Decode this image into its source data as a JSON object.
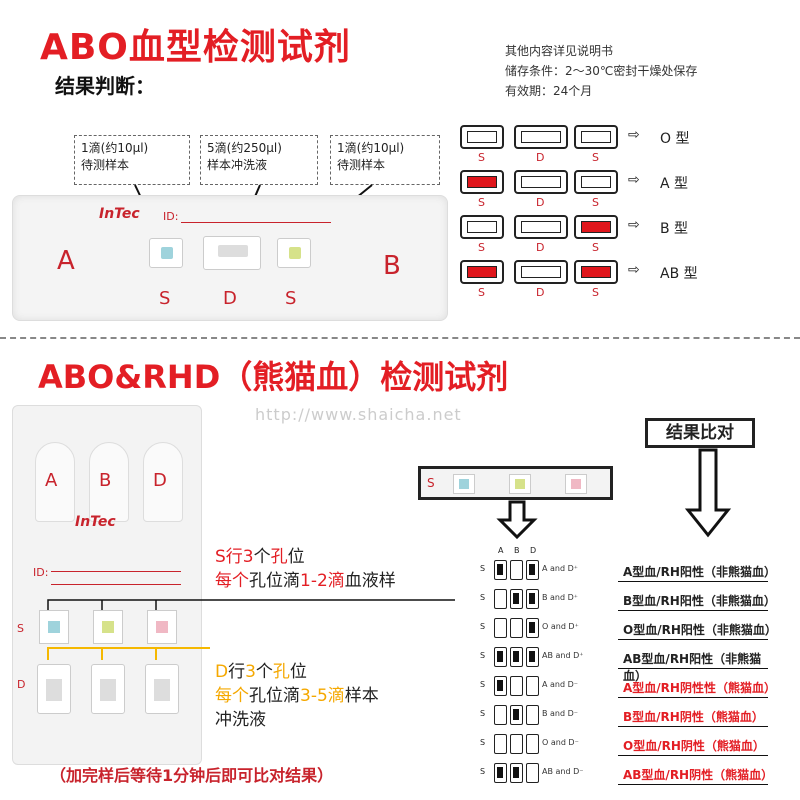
{
  "title1": "ABO血型检测试剂",
  "subtitle": "结果判断：",
  "info": [
    "其他内容详见说明书",
    "储存条件：2～30℃密封干燥处保存",
    "有效期：24个月"
  ],
  "callouts": [
    "1滴(约10μl)\n待测样本",
    "5滴(约250μl)\n样本冲洗液",
    "1滴(约10μl)\n待测样本"
  ],
  "cassette1": {
    "left": "A",
    "right": "B",
    "id": "ID:",
    "brand": "InTec",
    "wells": [
      "S",
      "D",
      "S"
    ]
  },
  "legend": {
    "cols": [
      "S",
      "D",
      "S"
    ],
    "rows": [
      {
        "type": "O  型",
        "s1": false,
        "s2": false
      },
      {
        "type": "A  型",
        "s1": true,
        "s2": false
      },
      {
        "type": "B  型",
        "s1": false,
        "s2": true
      },
      {
        "type": "AB 型",
        "s1": true,
        "s2": true
      }
    ]
  },
  "title2": "ABO&RHD（熊猫血）检测试剂",
  "watermark": "http://www.shaicha.net",
  "cassette2": {
    "lanes": [
      "A",
      "B",
      "D"
    ],
    "brand": "InTec",
    "id": "ID:",
    "rowS": "S",
    "rowD": "D"
  },
  "note_s": {
    "l1a": "S行",
    "l1b": "3",
    "l1c": "个",
    "l1d": "孔",
    "l1e": "位",
    "l2a": "每",
    "l2b": "个",
    "l2c": "孔位滴",
    "l2d": "1-2滴",
    "l2e": "血液样"
  },
  "note_d": {
    "l1a": "D",
    "l1b": "行",
    "l1c": "3",
    "l1d": "个",
    "l1e": "孔",
    "l1f": "位",
    "l2a": "每",
    "l2b": "个",
    "l2c": "孔位滴",
    "l2d": "3-5滴",
    "l2e": "样本",
    "l3": "冲洗液"
  },
  "bottom_note": "（加完样后等待1分钟后即可比对结果）",
  "result_title": "结果比对",
  "strip_label": "S",
  "table": {
    "header": [
      "A",
      "B",
      "D"
    ],
    "rows": [
      {
        "cells": [
          1,
          0,
          1
        ],
        "lab": "A and D⁺",
        "res": "A型血/RH阳性（非熊猫血）",
        "neg": false
      },
      {
        "cells": [
          0,
          1,
          1
        ],
        "lab": "B and D⁺",
        "res": "B型血/RH阳性（非熊猫血）",
        "neg": false
      },
      {
        "cells": [
          0,
          0,
          1
        ],
        "lab": "O and D⁺",
        "res": "O型血/RH阳性（非熊猫血）",
        "neg": false
      },
      {
        "cells": [
          1,
          1,
          1
        ],
        "lab": "AB and D⁺",
        "res": "AB型血/RH阳性（非熊猫血）",
        "neg": false
      },
      {
        "cells": [
          1,
          0,
          0
        ],
        "lab": "A and D⁻",
        "res": "A型血/RH阴性性（熊猫血）",
        "neg": true
      },
      {
        "cells": [
          0,
          1,
          0
        ],
        "lab": "B and D⁻",
        "res": "B型血/RH阴性（熊猫血）",
        "neg": true
      },
      {
        "cells": [
          0,
          0,
          0
        ],
        "lab": "O and D⁻",
        "res": "O型血/RH阴性（熊猫血）",
        "neg": true
      },
      {
        "cells": [
          1,
          1,
          0
        ],
        "lab": "AB and D⁻",
        "res": "AB型血/RH阴性（熊猫血）",
        "neg": true
      }
    ]
  },
  "colors": {
    "red": "#e31e24",
    "yellow": "#f5a800",
    "well_blue": "#9fd3dc",
    "well_green": "#d6e28a",
    "well_pink": "#f0b8c4"
  }
}
